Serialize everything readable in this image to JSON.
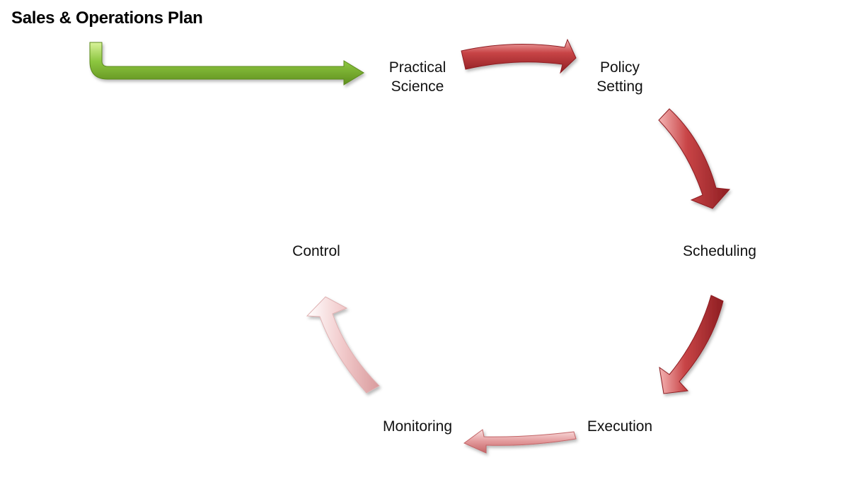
{
  "title": "Sales & Operations Plan",
  "nodes": {
    "practical_science": {
      "line1": "Practical",
      "line2": "Science"
    },
    "policy_setting": {
      "line1": "Policy",
      "line2": "Setting"
    },
    "scheduling": {
      "label": "Scheduling"
    },
    "execution": {
      "label": "Execution"
    },
    "monitoring": {
      "label": "Monitoring"
    },
    "control": {
      "label": "Control"
    }
  },
  "colors": {
    "entry_arrow": "#8cc63f",
    "cycle_arrow": "#c0393b",
    "cycle_arrow_faded": "#e8a7a8"
  }
}
